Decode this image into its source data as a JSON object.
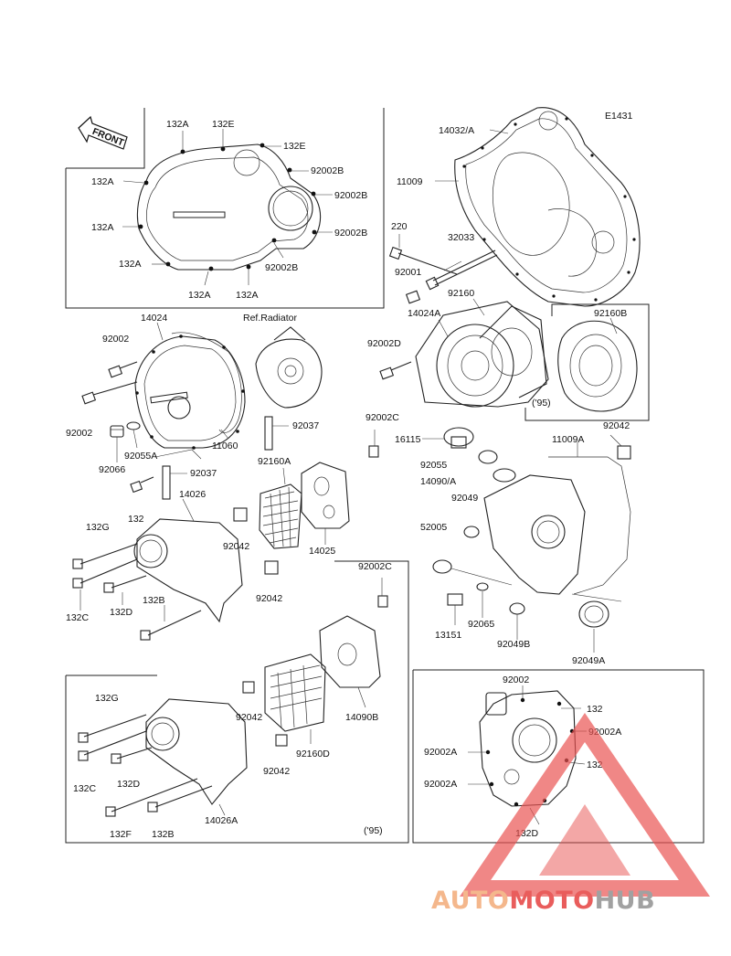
{
  "diagram_code": "E1431",
  "front_label": "FRONT",
  "notes": {
    "ref_radiator": "Ref.Radiator",
    "year_95_a": "('95)",
    "year_95_b": "('95)"
  },
  "callouts": {
    "c132A_1": "132A",
    "c132E_1": "132E",
    "c132E_2": "132E",
    "c92002B_1": "92002B",
    "c132A_2": "132A",
    "c92002B_2": "92002B",
    "c132A_3": "132A",
    "c92002B_3": "92002B",
    "c132A_4": "132A",
    "c132A_5": "132A",
    "c132A_6": "132A",
    "c92002B_4": "92002B",
    "c14032A": "14032/A",
    "c11009": "11009",
    "c220": "220",
    "c32033": "32033",
    "c92001": "92001",
    "c92160": "92160",
    "c14024A": "14024A",
    "c92002D": "92002D",
    "c92160B": "92160B",
    "c14024": "14024",
    "c92002_1": "92002",
    "c92002_2": "92002",
    "c11060": "11060",
    "c92055A": "92055A",
    "c92066": "92066",
    "c92037_1": "92037",
    "c92037_2": "92037",
    "c92160A": "92160A",
    "c92002C_1": "92002C",
    "c16115": "16115",
    "c92042_1": "92042",
    "c11009A": "11009A",
    "c92055": "92055",
    "c14090A": "14090/A",
    "c92049": "92049",
    "c132": "132",
    "c14026": "14026",
    "c132G_1": "132G",
    "c92042_2": "92042",
    "c14025": "14025",
    "c52005": "52005",
    "c132C_1": "132C",
    "c132D_1": "132D",
    "c132B_1": "132B",
    "c92042_3": "92042",
    "c92002C_2": "92002C",
    "c13151": "13151",
    "c92065": "92065",
    "c92049B": "92049B",
    "c92049A": "92049A",
    "c132G_2": "132G",
    "c92042_4": "92042",
    "c14090B": "14090B",
    "c132C_2": "132C",
    "c132D_2": "132D",
    "c92160D": "92160D",
    "c92042_5": "92042",
    "c132F": "132F",
    "c132B_2": "132B",
    "c14026A": "14026A",
    "c92002_3": "92002",
    "c132_2": "132",
    "c92002A_1": "92002A",
    "c92002A_2": "92002A",
    "c132_3": "132",
    "c92002A_3": "92002A",
    "c132D_3": "132D"
  },
  "watermark": {
    "part1": "AUTO",
    "part2": "MOTO",
    "part3": "HUB",
    "color_orange": "#f4b183",
    "color_red": "#e8504f",
    "color_gray": "#9a9a9a"
  }
}
